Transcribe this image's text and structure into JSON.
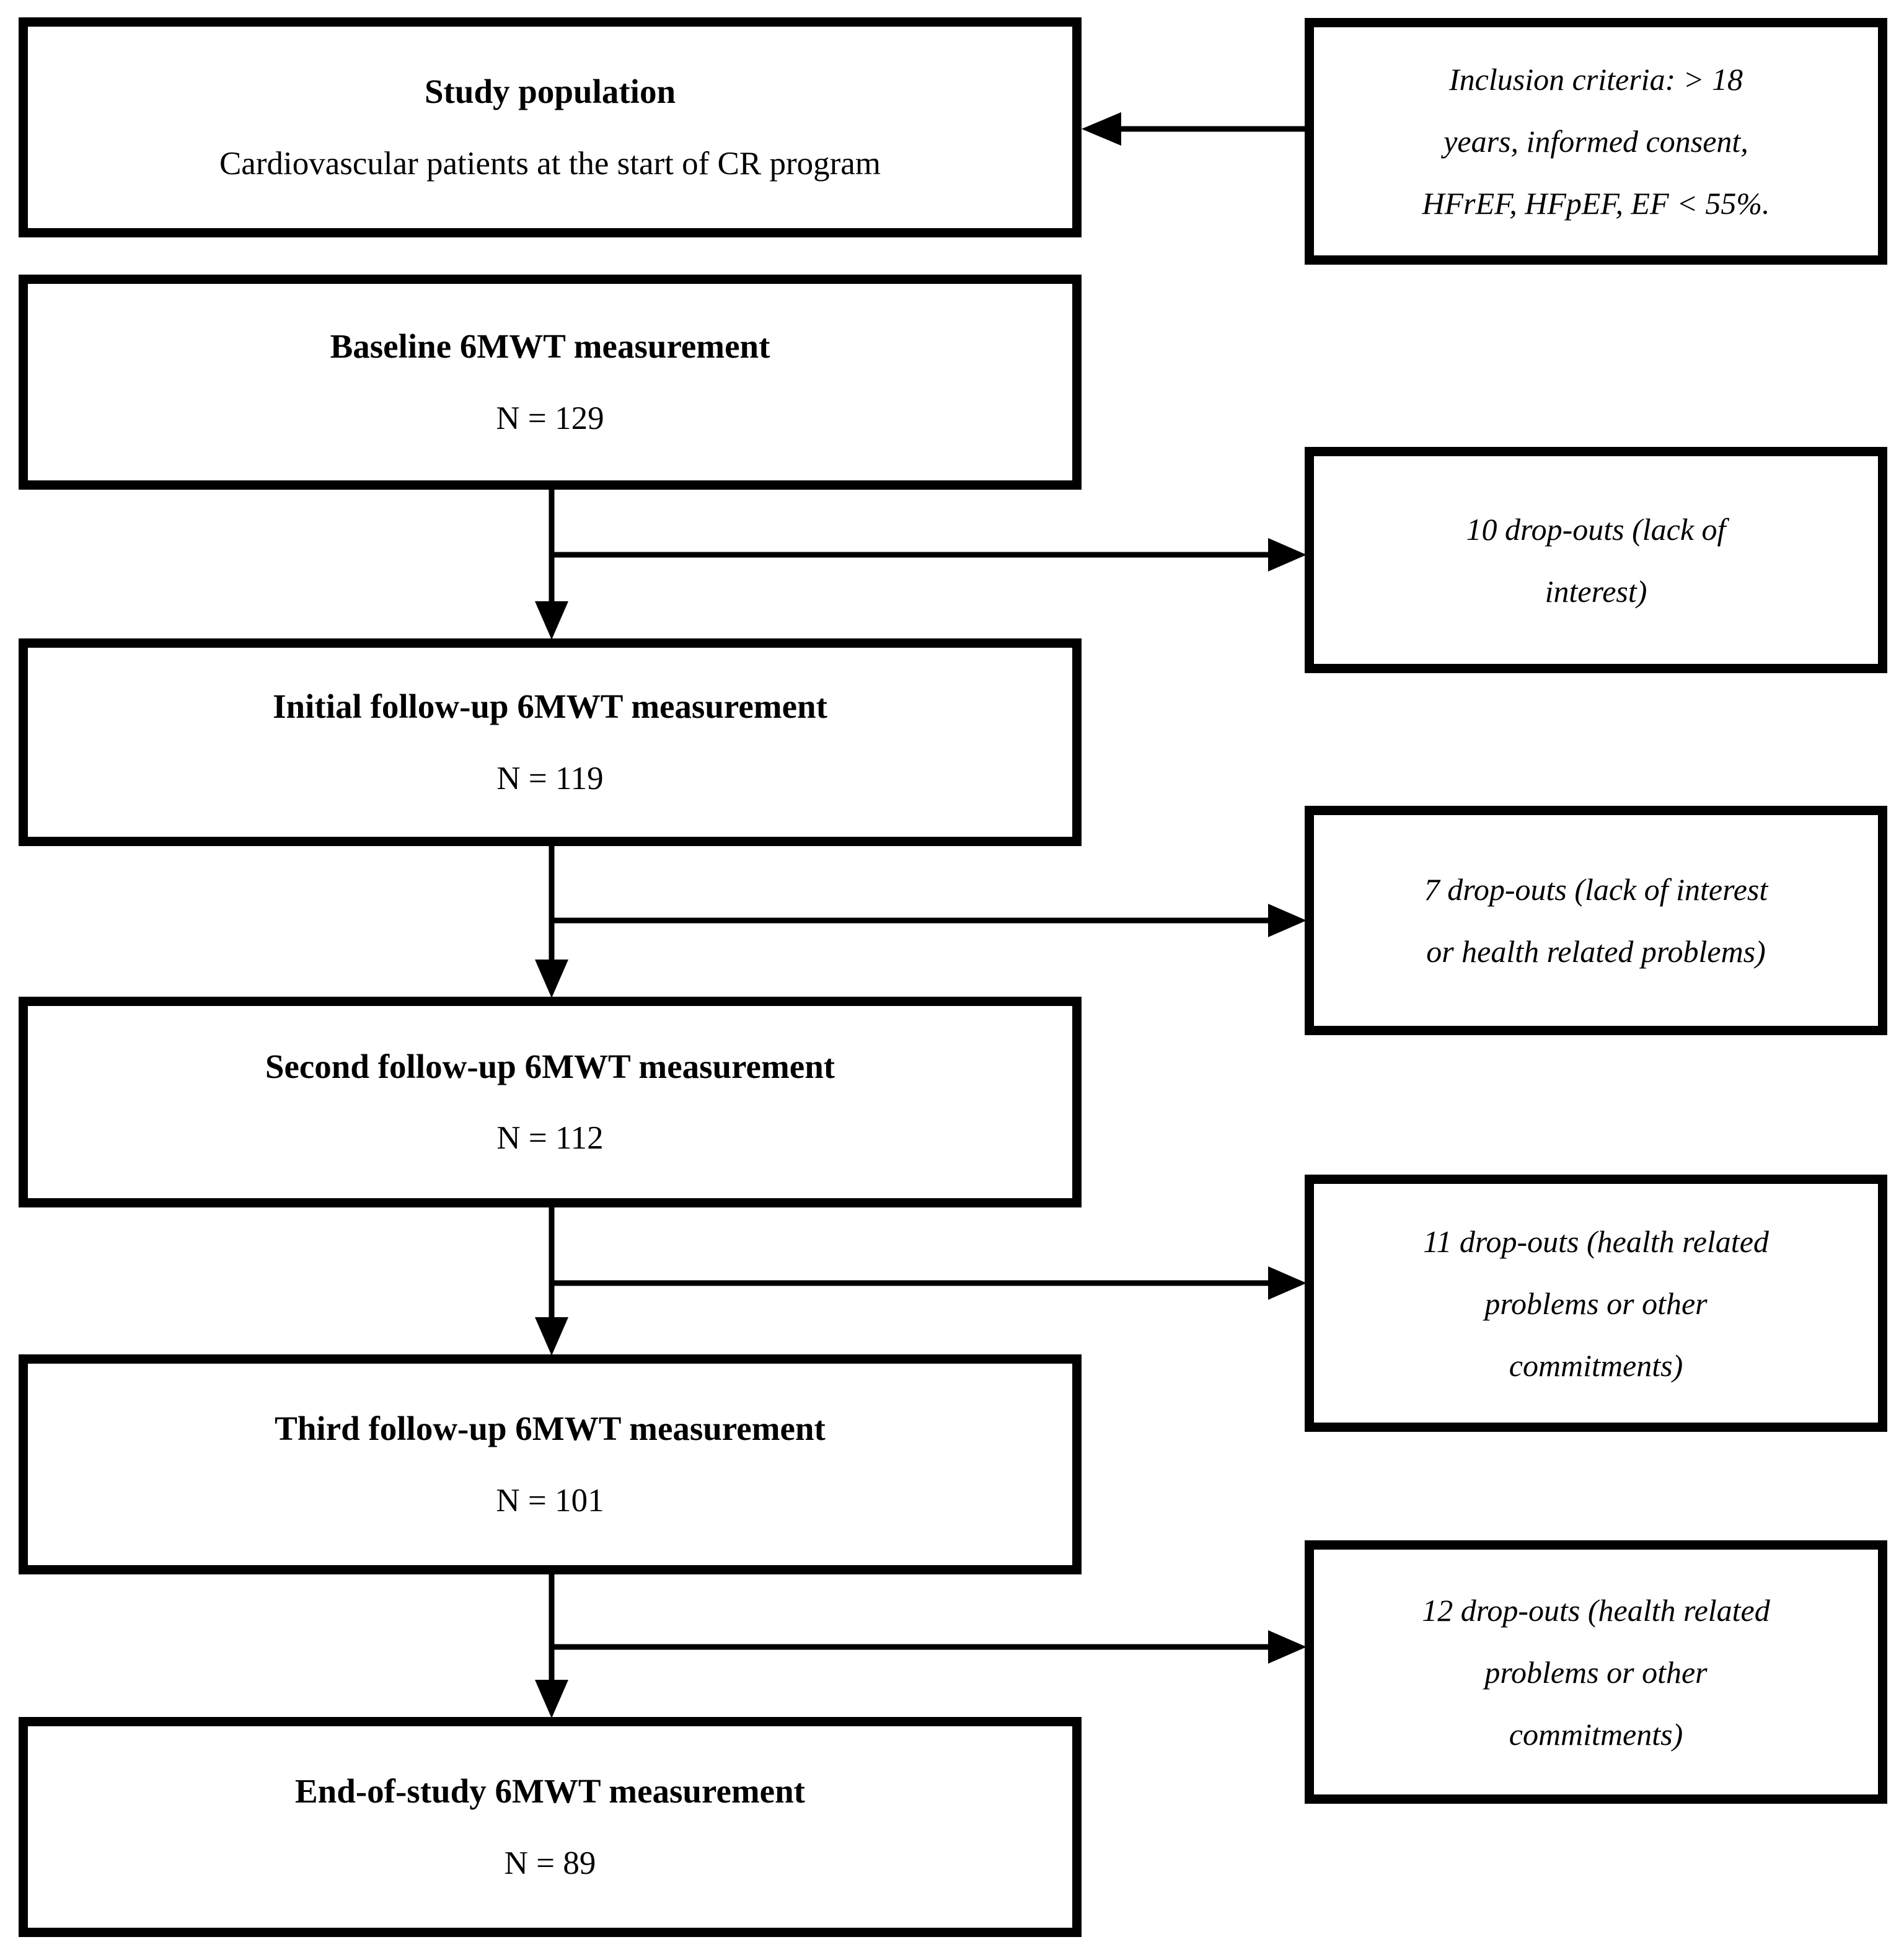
{
  "diagram": {
    "background": "#ffffff",
    "line_color": "#000000",
    "main_boxes": [
      {
        "title": "Study population",
        "value": "Cardiovascular patients at the start of CR program"
      },
      {
        "title": "Baseline 6MWT measurement",
        "value": "N = 129"
      },
      {
        "title": "Initial follow-up 6MWT measurement",
        "value": "N = 119"
      },
      {
        "title": "Second follow-up 6MWT measurement",
        "value": "N = 112"
      },
      {
        "title": "Third follow-up 6MWT measurement",
        "value": "N = 101"
      },
      {
        "title": "End-of-study 6MWT measurement",
        "value": "N = 89"
      }
    ],
    "side_boxes": [
      {
        "lines": [
          "Inclusion criteria: > 18",
          "years, informed consent,",
          "HFrEF, HFpEF, EF < 55%."
        ]
      },
      {
        "lines": [
          "10 drop-outs (lack of",
          "interest)"
        ]
      },
      {
        "lines": [
          "7 drop-outs (lack of interest",
          "or health related problems)"
        ]
      },
      {
        "lines": [
          "11 drop-outs (health related",
          "problems or other",
          "commitments)"
        ]
      },
      {
        "lines": [
          "12 drop-outs (health related",
          "problems or other",
          "commitments)"
        ]
      }
    ]
  }
}
